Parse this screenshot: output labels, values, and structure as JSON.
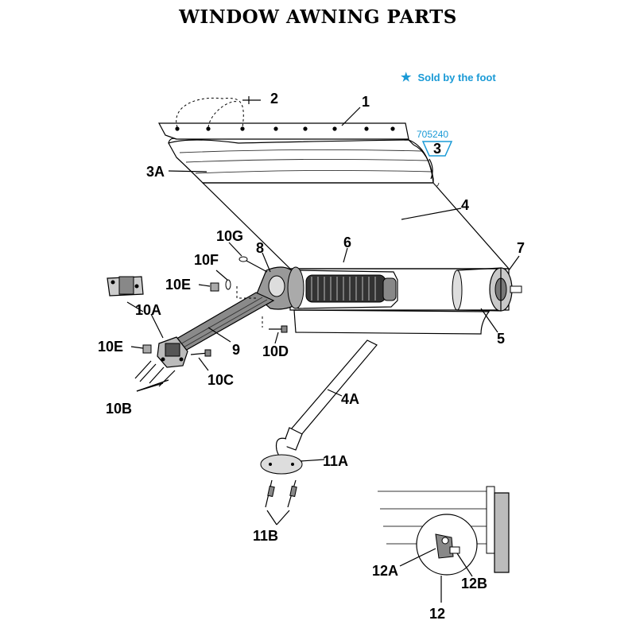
{
  "title": "WINDOW AWNING PARTS",
  "legend": {
    "icon": "star-icon",
    "text": "Sold by the foot",
    "color": "#1a9ad6"
  },
  "part_number": "705240",
  "callouts": {
    "c1": "1",
    "c2": "2",
    "c3": "3",
    "c3a": "3A",
    "c4": "4",
    "c4a": "4A",
    "c5": "5",
    "c6": "6",
    "c7": "7",
    "c8": "8",
    "c9": "9",
    "c10a": "10A",
    "c10b": "10B",
    "c10c": "10C",
    "c10d": "10D",
    "c10e1": "10E",
    "c10e2": "10E",
    "c10f": "10F",
    "c10g": "10G",
    "c11a": "11A",
    "c11b": "11B",
    "c12": "12",
    "c12a": "12A",
    "c12b": "12B"
  }
}
